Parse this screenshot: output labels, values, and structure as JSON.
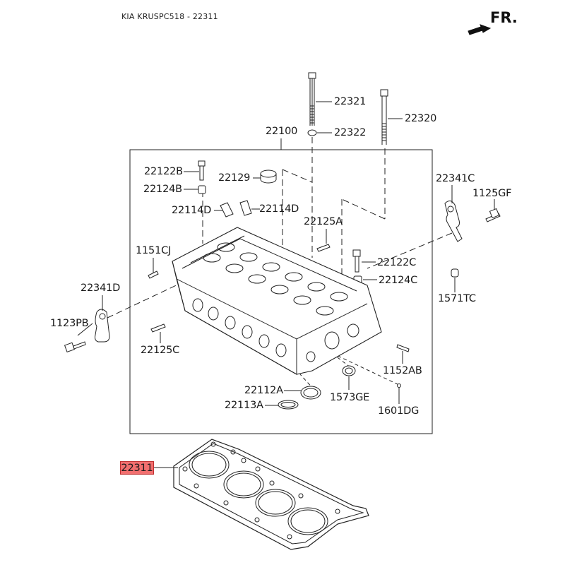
{
  "header": {
    "title": "KIA KRUSPC518 - 22311",
    "direction": "FR."
  },
  "highlight_color": "#f26f6f",
  "parts": [
    {
      "id": "p22321",
      "number": "22321"
    },
    {
      "id": "p22320",
      "number": "22320"
    },
    {
      "id": "p22322",
      "number": "22322"
    },
    {
      "id": "p22100",
      "number": "22100"
    },
    {
      "id": "p22122B",
      "number": "22122B"
    },
    {
      "id": "p22129",
      "number": "22129"
    },
    {
      "id": "p22124B",
      "number": "22124B"
    },
    {
      "id": "p22341C",
      "number": "22341C"
    },
    {
      "id": "p1125GF",
      "number": "1125GF"
    },
    {
      "id": "p22114D_l",
      "number": "22114D"
    },
    {
      "id": "p22114D_r",
      "number": "22114D"
    },
    {
      "id": "p22125A",
      "number": "22125A"
    },
    {
      "id": "p1151CJ",
      "number": "1151CJ"
    },
    {
      "id": "p22122C",
      "number": "22122C"
    },
    {
      "id": "p22124C",
      "number": "22124C"
    },
    {
      "id": "p22341D",
      "number": "22341D"
    },
    {
      "id": "p1571TC",
      "number": "1571TC"
    },
    {
      "id": "p1123PB",
      "number": "1123PB"
    },
    {
      "id": "p22125C",
      "number": "22125C"
    },
    {
      "id": "p1152AB",
      "number": "1152AB"
    },
    {
      "id": "p22112A",
      "number": "22112A"
    },
    {
      "id": "p1573GE",
      "number": "1573GE"
    },
    {
      "id": "p22113A",
      "number": "22113A"
    },
    {
      "id": "p1601DG",
      "number": "1601DG"
    }
  ],
  "highlighted_part": {
    "number": "22311"
  }
}
